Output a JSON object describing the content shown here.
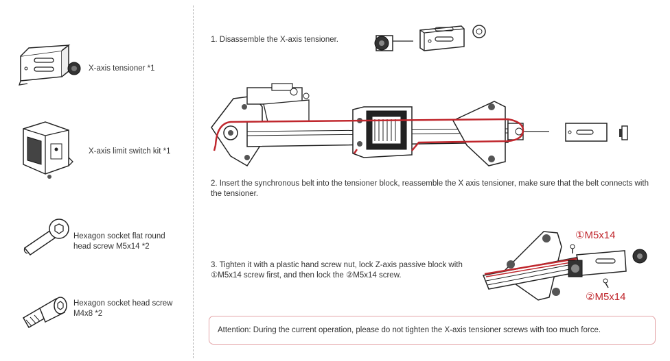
{
  "parts": [
    {
      "label": "X-axis tensioner *1"
    },
    {
      "label": "X-axis limit switch kit *1"
    },
    {
      "label": "Hexagon socket flat round head screw M5x14 *2"
    },
    {
      "label": "Hexagon socket head screw M4x8 *2"
    }
  ],
  "steps": [
    {
      "text": "1. Disassemble the X-axis tensioner."
    },
    {
      "text": "2. Insert the synchronous belt into the tensioner block, reassemble the X axis tensioner, make sure that the belt connects with the tensioner."
    },
    {
      "text": "3. Tighten it with a plastic hand screw nut, lock Z-axis passive block with ①M5x14 screw first, and then lock the ②M5x14 screw."
    }
  ],
  "callouts": {
    "screw1": "①M5x14",
    "screw2": "②M5x14"
  },
  "attention": "Attention: During the current operation, please do not tighten the X-axis tensioner screws with too much force.",
  "colors": {
    "accent": "#c0272d",
    "border": "#e3a3a6"
  }
}
